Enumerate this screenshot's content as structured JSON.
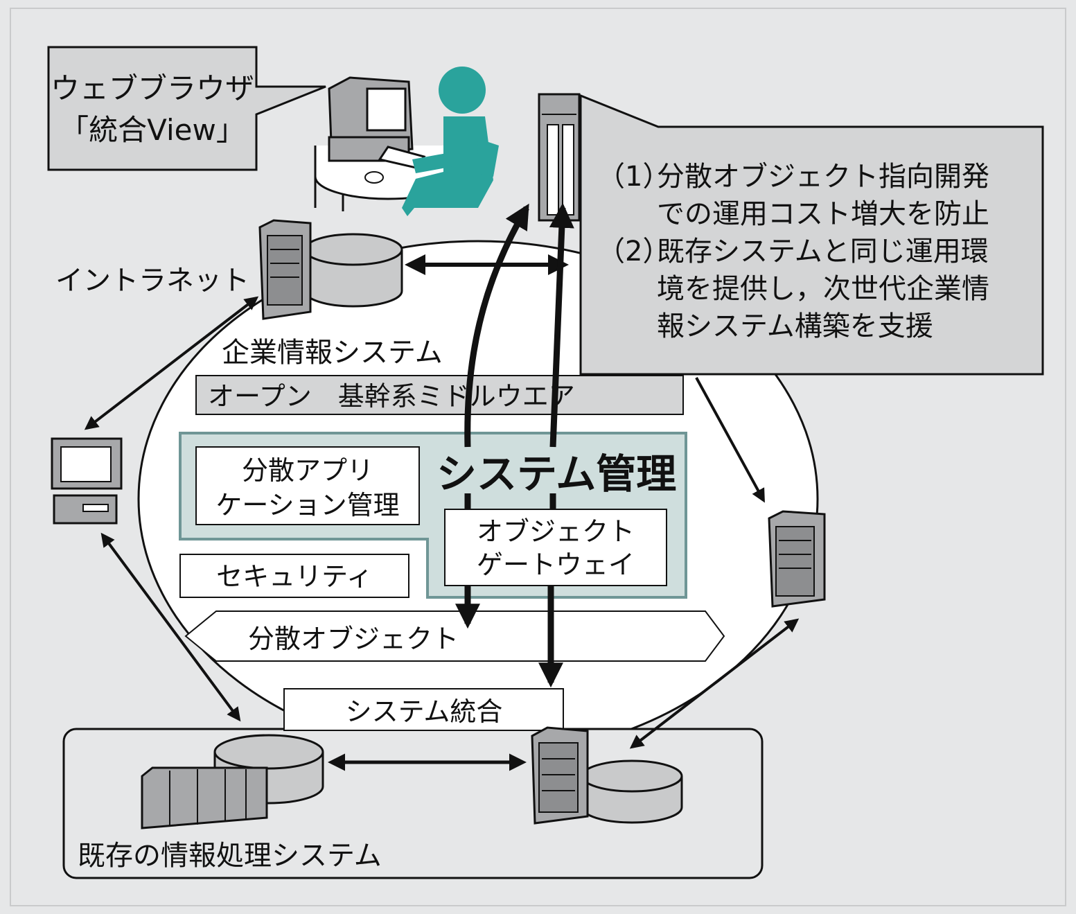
{
  "browser_callout": {
    "line1": "ウェブブラウザ",
    "line2": "「統合View」"
  },
  "benefits": {
    "item1_number": "（1）",
    "item1_lines": [
      "分散オブジェクト指向開発",
      "での運用コスト増大を防止"
    ],
    "item2_number": "（2）",
    "item2_lines": [
      "既存システムと同じ運用環",
      "境を提供し，次世代企業情",
      "報システム構築を支援"
    ]
  },
  "labels": {
    "intranet": "イントラネット",
    "enterprise_system": "企業情報システム",
    "middleware": "オープン　基幹系ミドルウエア",
    "system_management": "システム管理",
    "dist_app_mgmt": [
      "分散アプリ",
      "ケーション管理"
    ],
    "object_gateway": [
      "オブジェクト",
      "ゲートウェイ"
    ],
    "security": "セキュリティ",
    "distributed_object": "分散オブジェクト",
    "system_integration": "システム統合",
    "legacy_system": "既存の情報処理システム"
  },
  "colors": {
    "background": "#e6e7e8",
    "box_gray": "#d4d5d6",
    "teal_panel": "#cfdedd",
    "teal_border": "#6f9696",
    "person": "#2aa39c",
    "hardware": "#a7a8aa",
    "white": "#ffffff"
  },
  "icons": {
    "user_workstation": "person-at-computer-icon",
    "web_server": "tower-server-icon",
    "client_pc": "desktop-pc-icon",
    "mainframe": "mainframe-icon",
    "database": "database-cylinder-icon"
  }
}
